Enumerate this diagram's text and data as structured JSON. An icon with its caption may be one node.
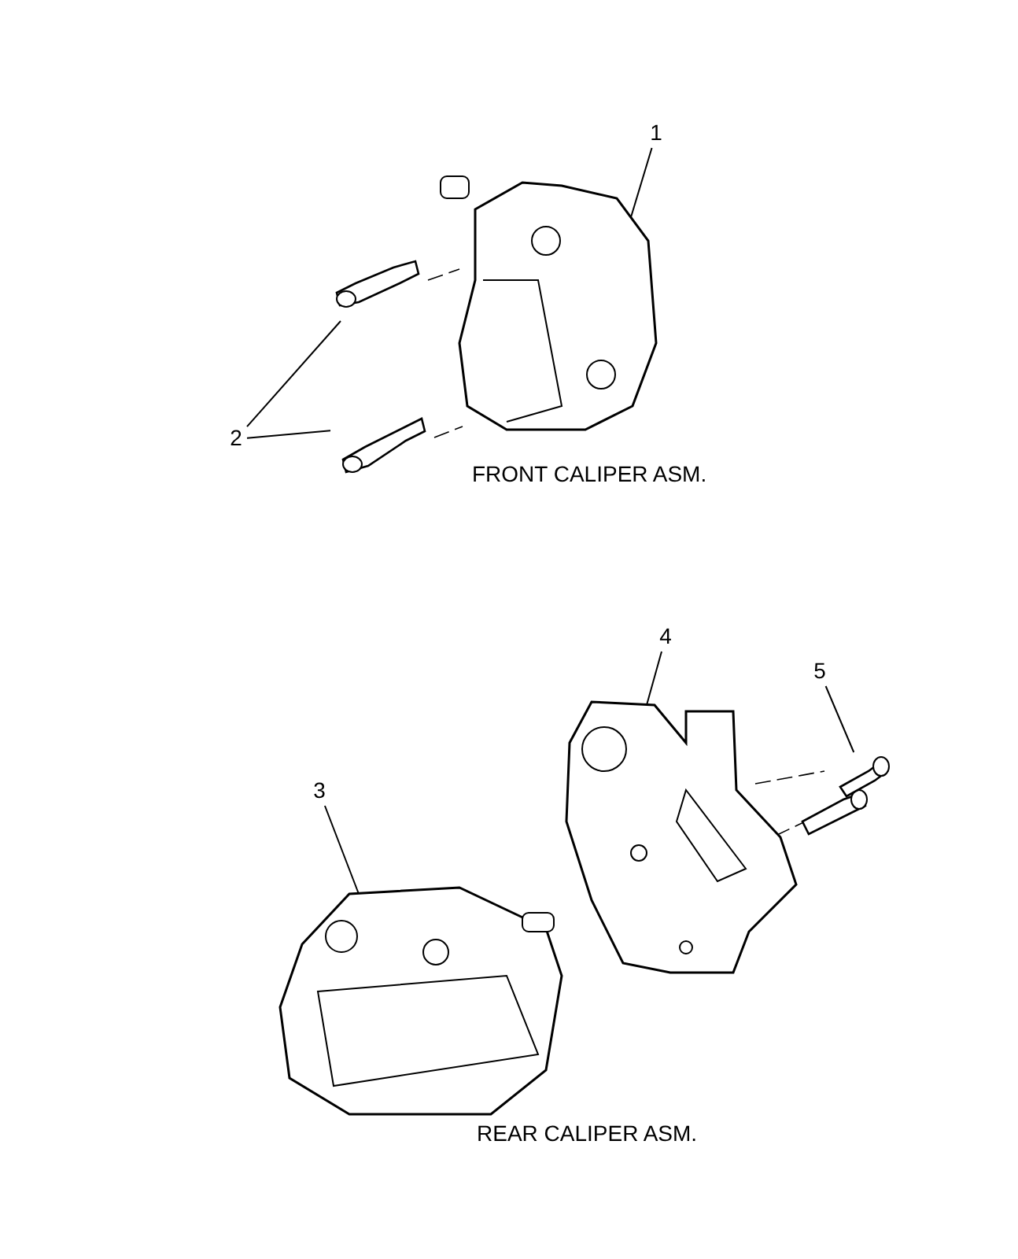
{
  "diagram": {
    "nodes": [
      {
        "text": [
          "1"
        ]
      },
      {
        "text": [],
        "shape": "picture"
      },
      {
        "text": [
          "2"
        ]
      },
      {
        "text": [],
        "shape": "picture"
      },
      {
        "text": [],
        "shape": "picture"
      },
      {
        "text": [
          "3"
        ]
      },
      {
        "text": [],
        "shape": "picture"
      },
      {
        "text": [
          "4"
        ]
      },
      {
        "text": [],
        "shape": "picture"
      },
      {
        "text": [
          "5"
        ]
      },
      {
        "text": [],
        "shape": "picture"
      }
    ],
    "edges": [
      {
        "from": 0,
        "to": 1,
        "arrow": "none"
      },
      {
        "from": 2,
        "to": 3,
        "arrow": "none"
      },
      {
        "from": 2,
        "to": 4,
        "arrow": "none"
      },
      {
        "from": 5,
        "to": 6,
        "arrow": "none"
      },
      {
        "from": 7,
        "to": 8,
        "arrow": "none"
      },
      {
        "from": 9,
        "to": 10,
        "arrow": "none"
      }
    ],
    "labels": [
      "FRONT CALIPER ASM.",
      "REAR CALIPER ASM."
    ]
  }
}
